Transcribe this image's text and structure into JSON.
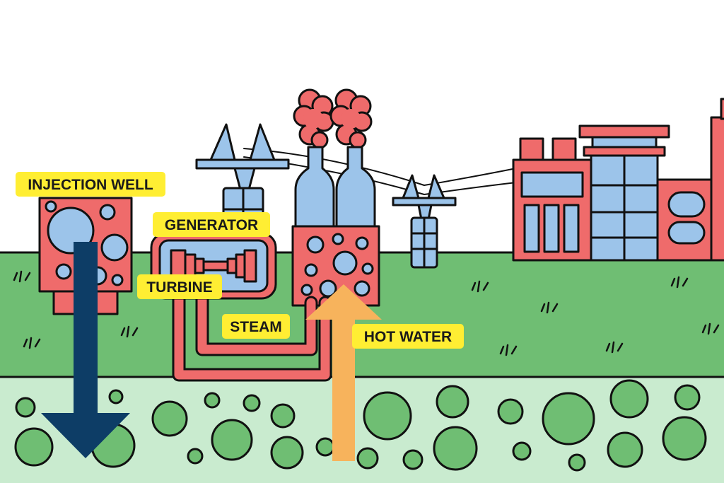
{
  "labels": {
    "injection_well": "INJECTION WELL",
    "generator": "GENERATOR",
    "turbine": "TURBINE",
    "steam": "STEAM",
    "hot_water": "HOT WATER"
  },
  "colors": {
    "sky": "#ffffff",
    "grass": "#6fbe73",
    "underground": "#c9ebcf",
    "rock_bubble": "#6fbe73",
    "building_red": "#ef6b6b",
    "building_blue": "#9cc4ea",
    "smoke": "#ef6b6b",
    "cold_arrow": "#0d3d66",
    "hot_arrow": "#f7b35c",
    "label_bg": "#ffee33",
    "outline": "#111111"
  },
  "icons": {
    "injection_arrow": "down-arrow-icon",
    "hot_water_arrow": "up-arrow-icon"
  }
}
